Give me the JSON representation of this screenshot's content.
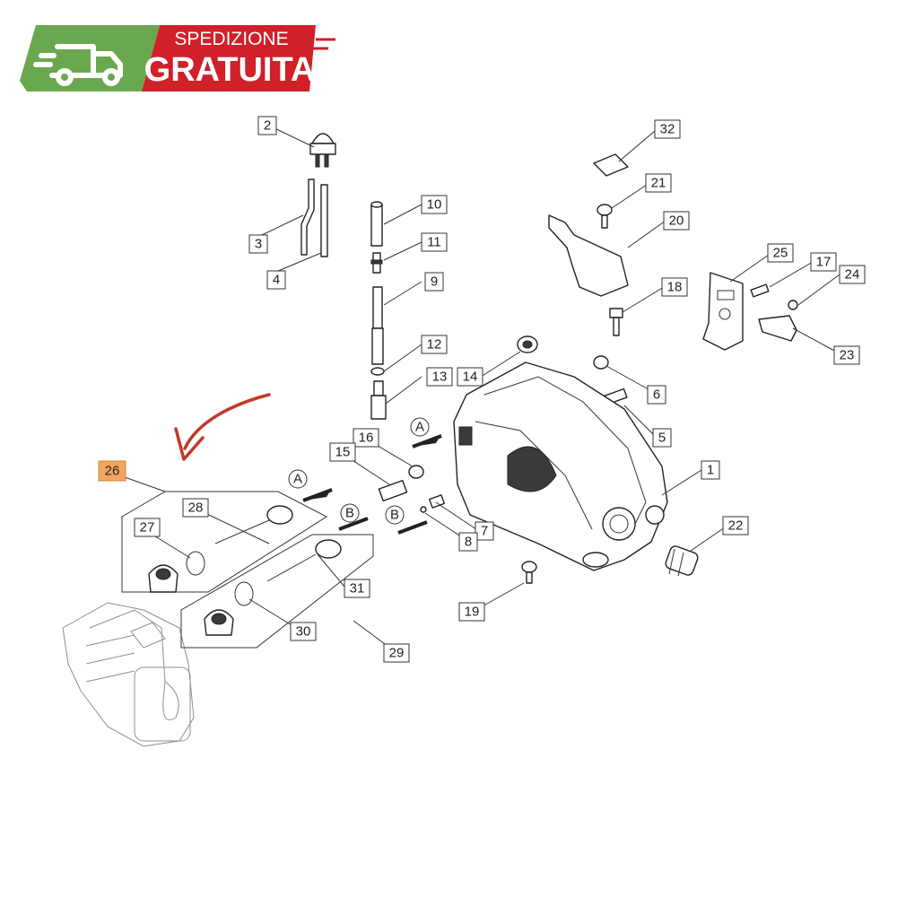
{
  "banner": {
    "line1": "SPEDIZIONE",
    "line2": "GRATUITA",
    "truck_icon": "truck-icon",
    "green": "#6aa84f",
    "red": "#d0202a"
  },
  "highlight_color": "#f4a460",
  "arrow_color": "#c0392b",
  "callouts": [
    {
      "id": "1",
      "text": "1"
    },
    {
      "id": "2",
      "text": "2"
    },
    {
      "id": "3",
      "text": "3"
    },
    {
      "id": "4",
      "text": "4"
    },
    {
      "id": "5",
      "text": "5"
    },
    {
      "id": "6",
      "text": "6"
    },
    {
      "id": "7",
      "text": "7"
    },
    {
      "id": "8",
      "text": "8"
    },
    {
      "id": "9",
      "text": "9"
    },
    {
      "id": "10",
      "text": "10"
    },
    {
      "id": "11",
      "text": "11"
    },
    {
      "id": "12",
      "text": "12"
    },
    {
      "id": "13",
      "text": "13"
    },
    {
      "id": "14",
      "text": "14"
    },
    {
      "id": "15",
      "text": "15"
    },
    {
      "id": "16",
      "text": "16"
    },
    {
      "id": "17",
      "text": "17"
    },
    {
      "id": "18",
      "text": "18"
    },
    {
      "id": "19",
      "text": "19"
    },
    {
      "id": "20",
      "text": "20"
    },
    {
      "id": "21",
      "text": "21"
    },
    {
      "id": "22",
      "text": "22"
    },
    {
      "id": "23",
      "text": "23"
    },
    {
      "id": "24",
      "text": "24"
    },
    {
      "id": "25",
      "text": "25"
    },
    {
      "id": "26",
      "text": "26"
    },
    {
      "id": "27",
      "text": "27"
    },
    {
      "id": "28",
      "text": "28"
    },
    {
      "id": "29",
      "text": "29"
    },
    {
      "id": "30",
      "text": "30"
    },
    {
      "id": "31",
      "text": "31"
    },
    {
      "id": "32",
      "text": "32"
    }
  ],
  "markers": {
    "A": "A",
    "B": "B"
  }
}
